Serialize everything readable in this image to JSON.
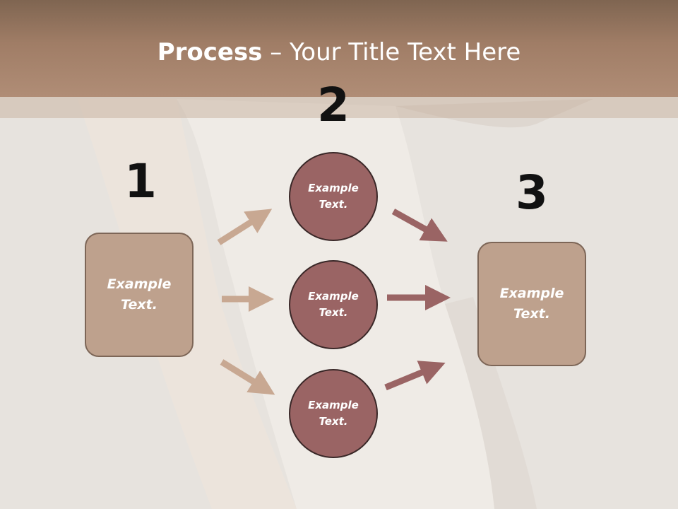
{
  "slide": {
    "title_bold": "Process",
    "title_rest": " – Your Title Text Here"
  },
  "steps": [
    {
      "number": "1",
      "box_text": "Example Text."
    },
    {
      "number": "2",
      "circles": [
        "Example Text.",
        "Example Text.",
        "Example Text."
      ]
    },
    {
      "number": "3",
      "box_text": "Example Text."
    }
  ],
  "colors": {
    "header": "#a07d66",
    "box_fill": "#bea18d",
    "box_border": "#7d6657",
    "circle_fill": "#9a6464",
    "circle_border": "#3a2828",
    "arrow_in": "#c8a892",
    "arrow_out": "#9a6464"
  }
}
